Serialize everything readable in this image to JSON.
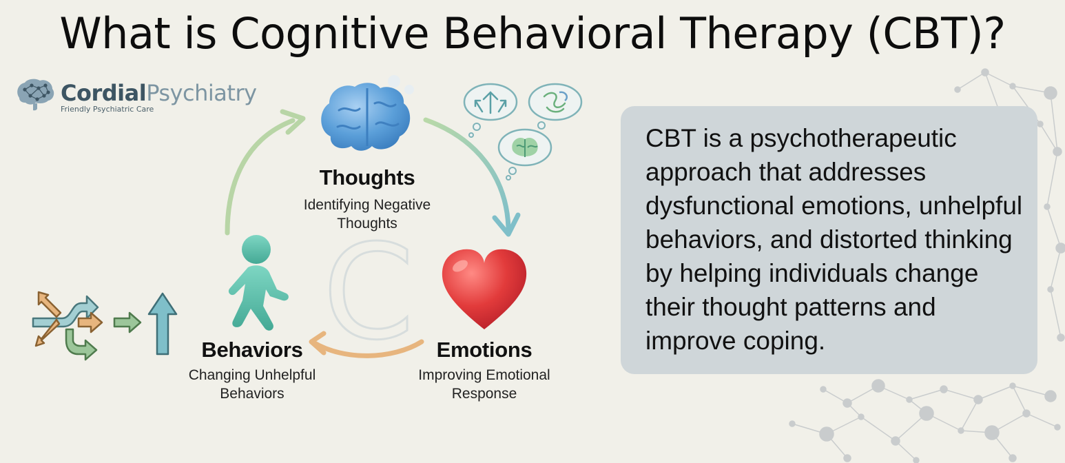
{
  "title": "What is Cognitive Behavioral Therapy (CBT)?",
  "logo": {
    "name_bold": "Cordial",
    "name_regular": "Psychiatry",
    "tagline": "Friendly Psychiatric Care"
  },
  "nodes": {
    "thoughts": {
      "title": "Thoughts",
      "subtitle": "Identifying Negative Thoughts"
    },
    "emotions": {
      "title": "Emotions",
      "subtitle": "Improving Emotional Response"
    },
    "behaviors": {
      "title": "Behaviors",
      "subtitle": "Changing Unhelpful Behaviors"
    }
  },
  "description": "CBT is a psychotherapeutic approach that addresses dysfunctional emotions, unhelpful behaviors, and distorted thinking by helping individuals change their thought patterns and improve coping.",
  "colors": {
    "background": "#f1f0e9",
    "description_box": "#cfd6d9",
    "brain": "#5b9fd9",
    "heart": "#e23b3b",
    "figure": "#5cc2ad",
    "arrow_green": "#a9cf9d",
    "arrow_teal": "#7fbfc9",
    "arrow_orange": "#e7b57e",
    "logo_brand": "#3d5563"
  },
  "icons": [
    "brain-icon",
    "heart-icon",
    "walking-person-icon",
    "thought-bubble-icon",
    "crossing-arrows-icon",
    "up-arrow-icon",
    "network-decoration"
  ]
}
